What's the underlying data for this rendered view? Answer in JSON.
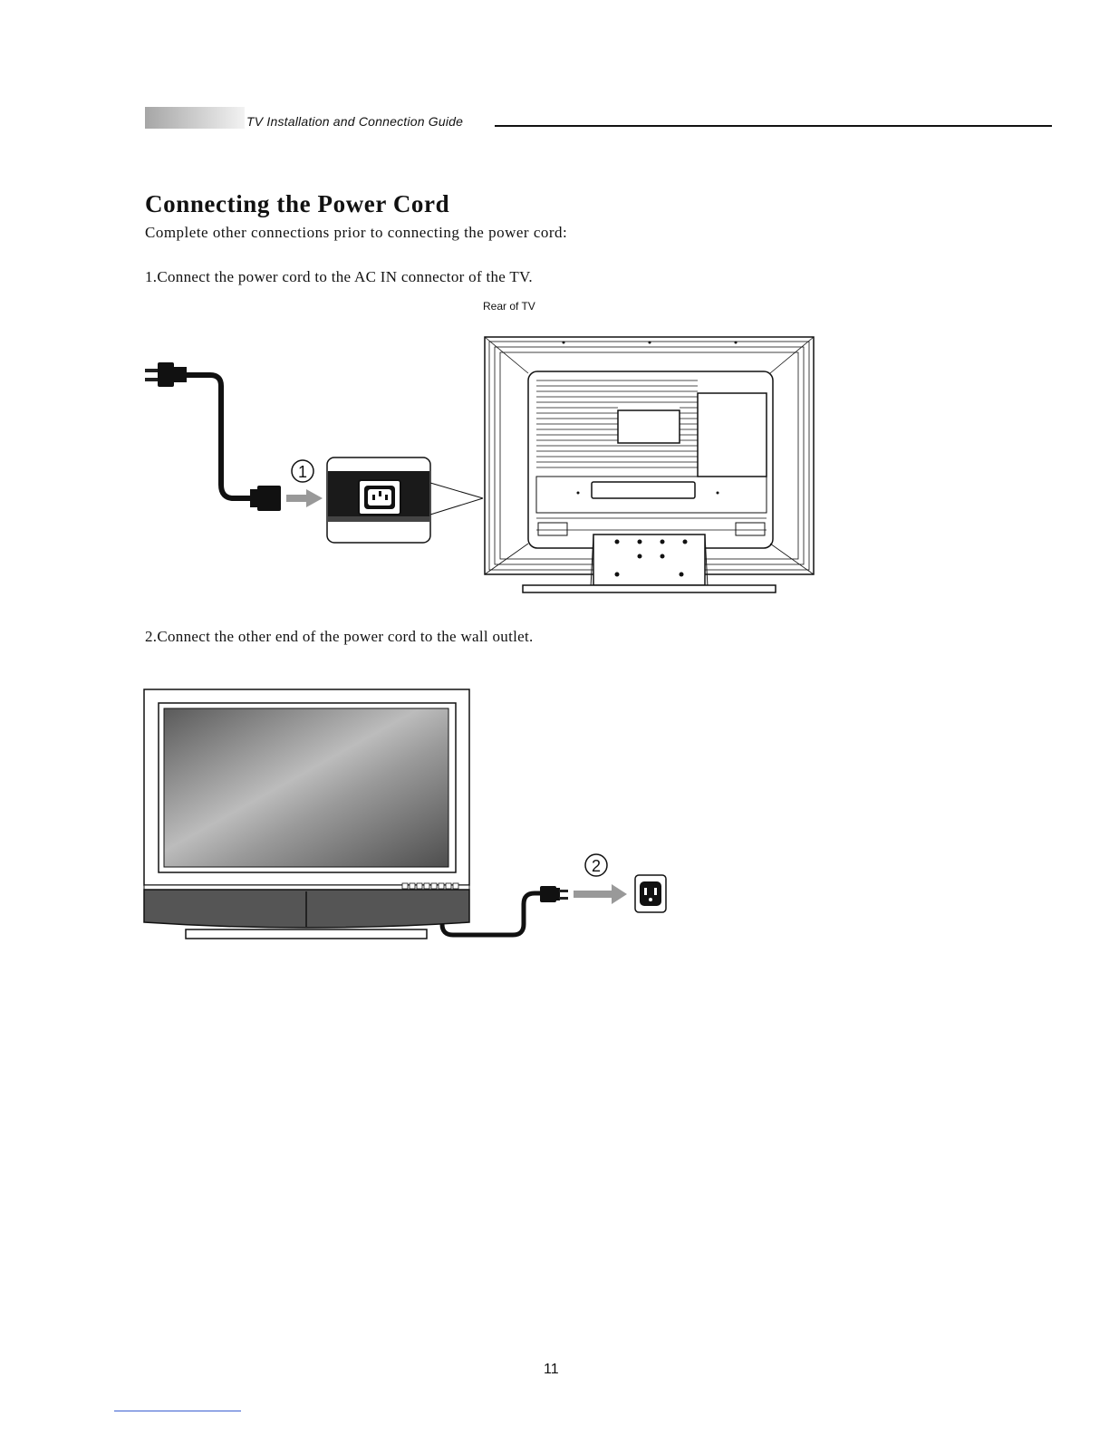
{
  "header": {
    "section_title": "TV Installation and Connection Guide"
  },
  "main": {
    "title": "Connecting the Power Cord",
    "intro": "Complete other connections prior to connecting the power cord:",
    "steps": [
      {
        "text": "1.Connect the power cord to the AC IN connector of the TV.",
        "marker": "①"
      },
      {
        "text": "2.Connect the other end of the power cord to the wall outlet.",
        "marker": "②"
      }
    ],
    "figure1": {
      "label": "Rear of TV"
    }
  },
  "footer": {
    "page_number": "11"
  },
  "icons": [
    "power-plug-icon",
    "ac-in-connector-icon",
    "arrow-right-icon",
    "wall-outlet-icon"
  ]
}
